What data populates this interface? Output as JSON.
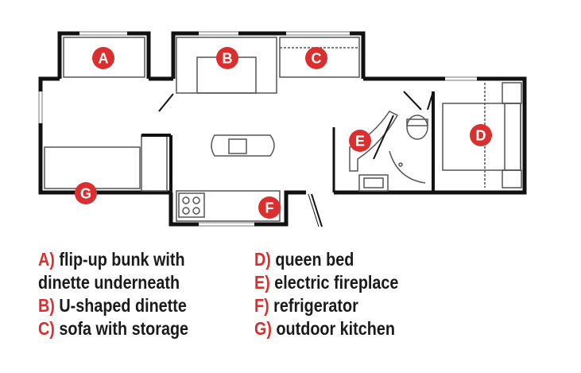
{
  "colors": {
    "accent": "#d92f2f",
    "walls": "#111111",
    "fixtures": "#555555"
  },
  "markers": [
    {
      "id": "A",
      "label": "A"
    },
    {
      "id": "B",
      "label": "B"
    },
    {
      "id": "C",
      "label": "C"
    },
    {
      "id": "D",
      "label": "D"
    },
    {
      "id": "E",
      "label": "E"
    },
    {
      "id": "F",
      "label": "F"
    },
    {
      "id": "G",
      "label": "G"
    }
  ],
  "legend": {
    "left": [
      {
        "letter": "A)",
        "text": "flip-up bunk with"
      },
      {
        "letter": "",
        "text": "dinette underneath"
      },
      {
        "letter": "B)",
        "text": "U-shaped dinette"
      },
      {
        "letter": "C)",
        "text": "sofa with storage"
      }
    ],
    "right": [
      {
        "letter": "D)",
        "text": "queen bed"
      },
      {
        "letter": "E)",
        "text": "electric fireplace"
      },
      {
        "letter": "F)",
        "text": "refrigerator"
      },
      {
        "letter": "G)",
        "text": "outdoor kitchen"
      }
    ]
  }
}
